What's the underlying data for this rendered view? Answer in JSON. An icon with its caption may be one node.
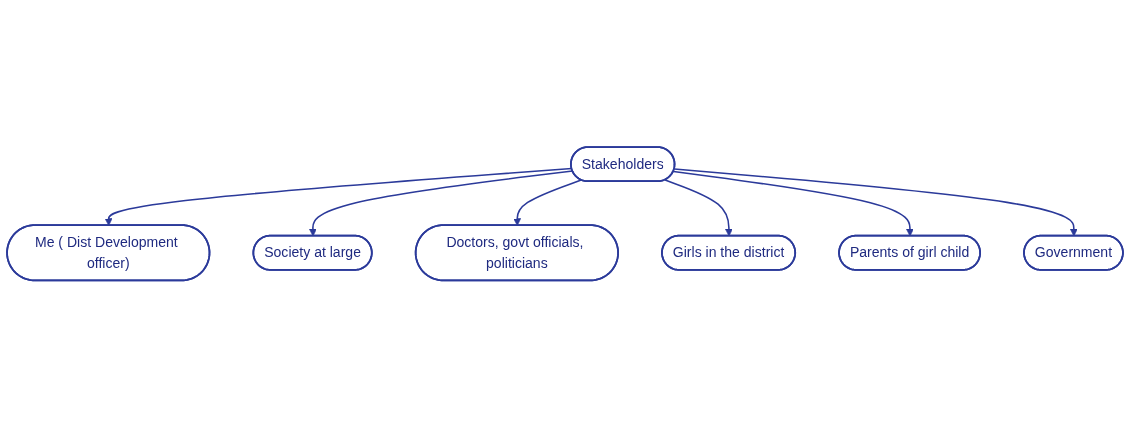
{
  "diagram": {
    "nodes": [
      {
        "text": [
          "Me ( Dist Development officer)"
        ]
      },
      {
        "text": [
          "Society at large"
        ]
      },
      {
        "text": [
          "Stakeholders"
        ]
      },
      {
        "text": [
          "Doctors, govt officials, politicians"
        ]
      },
      {
        "text": [
          "Girls in the district"
        ]
      },
      {
        "text": [
          "Parents of girl child"
        ]
      },
      {
        "text": [
          "Government"
        ]
      }
    ],
    "edges": [
      {
        "from": 2,
        "to": 0,
        "arrow": "to"
      },
      {
        "from": 2,
        "to": 1,
        "arrow": "to"
      },
      {
        "from": 2,
        "to": 3,
        "arrow": "to"
      },
      {
        "from": 2,
        "to": 4,
        "arrow": "to"
      },
      {
        "from": 2,
        "to": 5,
        "arrow": "to"
      },
      {
        "from": 2,
        "to": 6,
        "arrow": "to"
      }
    ]
  }
}
